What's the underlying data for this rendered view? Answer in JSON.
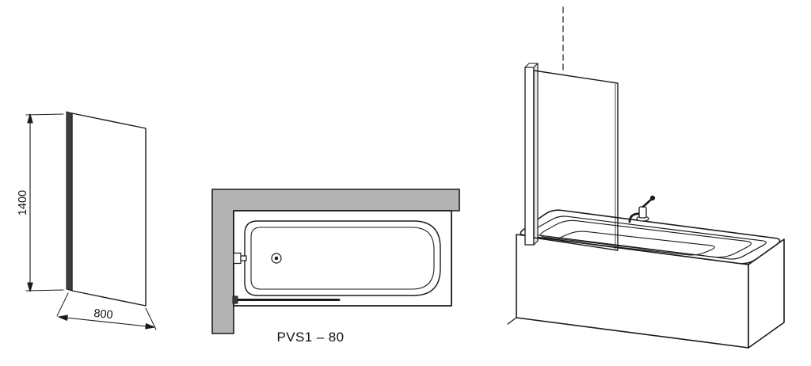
{
  "diagram": {
    "model_label": "PVS1 – 80",
    "front_view": {
      "height_label": "1400",
      "width_label": "800"
    },
    "colors": {
      "background": "#ffffff",
      "line": "#1a1a1a",
      "wall_fill": "#b3b3b3",
      "profile_fill": "#3d3d3d"
    }
  }
}
